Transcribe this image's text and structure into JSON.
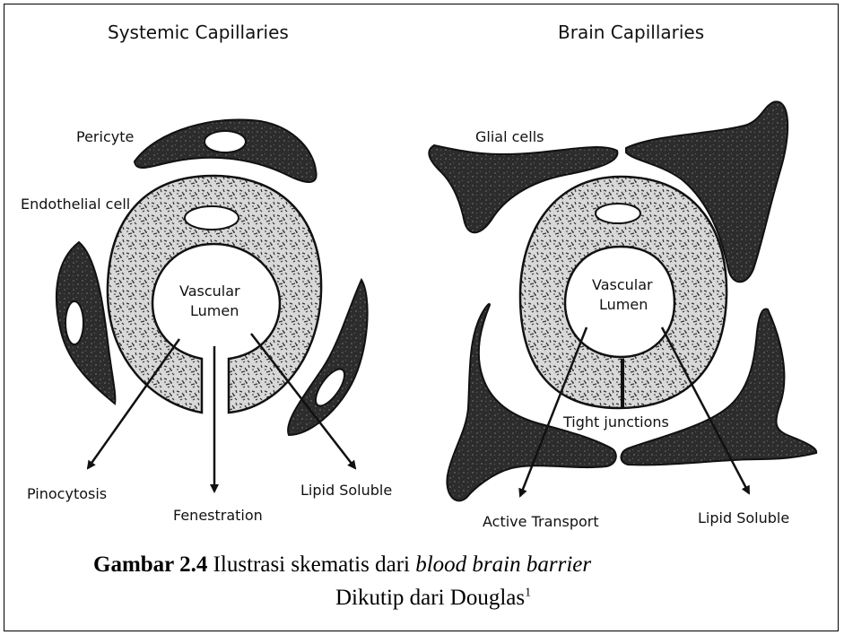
{
  "panels": {
    "systemic": {
      "title": "Systemic Capillaries",
      "labels": {
        "pericyte": "Pericyte",
        "endothelial_cell": "Endothelial cell",
        "lumen_line1": "Vascular",
        "lumen_line2": "Lumen",
        "pinocytosis": "Pinocytosis",
        "fenestration": "Fenestration",
        "lipid_soluble": "Lipid Soluble"
      }
    },
    "brain": {
      "title": "Brain Capillaries",
      "labels": {
        "glial_cells": "Glial cells",
        "lumen_line1": "Vascular",
        "lumen_line2": "Lumen",
        "tight_junctions": "Tight junctions",
        "active_transport": "Active Transport",
        "lipid_soluble": "Lipid Soluble"
      }
    }
  },
  "caption": {
    "figure_number": "Gambar 2.4",
    "text": "Ilustrasi skematis dari",
    "italic_text": "blood brain barrier",
    "source_text": "Dikutip dari Douglas",
    "source_ref": "1"
  },
  "colors": {
    "cell_dark": "#2a2a2a",
    "cell_light": "#c9c9c9",
    "ink": "#111111"
  }
}
